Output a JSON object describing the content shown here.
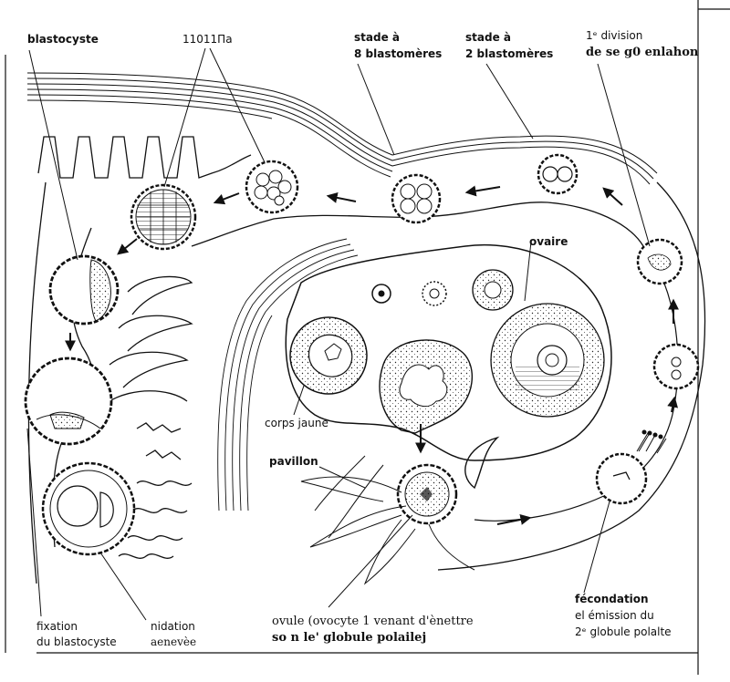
{
  "labels": {
    "blastocyste": "blastocyste",
    "morula": "11011Па",
    "stade8_line1": "stade à",
    "stade8_line2": "8 blastomères",
    "stade2_line1": "stade à",
    "stade2_line2": "2 blastomères",
    "division_line1": "1ᵉ division",
    "division_line2": "de se g0 enlahon",
    "ovaire": "ovaire",
    "corps_jaune": "corps jaune",
    "pavillon": "pavillon",
    "fecondation_line1": "fécondation",
    "fecondation_line2": "el émission du",
    "fecondation_line3": "2ᵉ globule polalte",
    "ovule_line1": "ovule (ovocyte 1 venant d'ènettre",
    "ovule_line2": "so n le' globule polailej",
    "nidation_line1": "nidation",
    "nidation_line2": "aenevèe",
    "fixation_line1": "fixation",
    "fixation_line2": "du blastocyste"
  },
  "colors": {
    "ink": "#111111",
    "paper": "#ffffff"
  }
}
